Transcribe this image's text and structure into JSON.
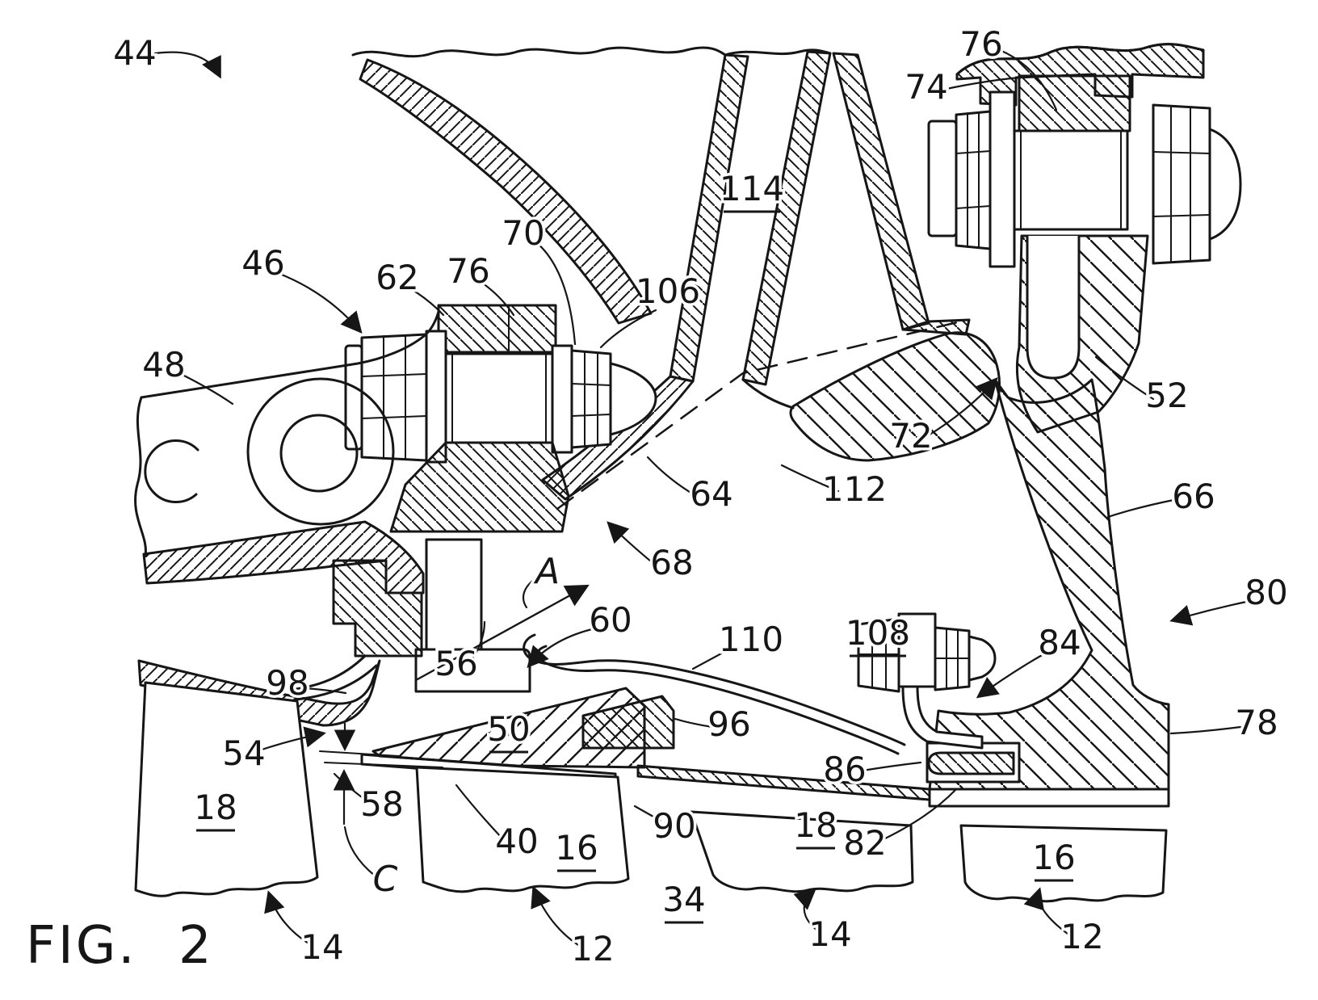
{
  "figure": {
    "caption": "FIG. 2",
    "background_color": "#ffffff",
    "ink_color": "#161616",
    "labels": [
      {
        "text": "44",
        "underlined": false
      },
      {
        "text": "76",
        "underlined": false
      },
      {
        "text": "74",
        "underlined": false
      },
      {
        "text": "114",
        "underlined": true
      },
      {
        "text": "70",
        "underlined": false
      },
      {
        "text": "46",
        "underlined": false
      },
      {
        "text": "62",
        "underlined": false
      },
      {
        "text": "76",
        "underlined": false
      },
      {
        "text": "106",
        "underlined": false
      },
      {
        "text": "48",
        "underlined": false
      },
      {
        "text": "52",
        "underlined": false
      },
      {
        "text": "72",
        "underlined": false
      },
      {
        "text": "112",
        "underlined": false
      },
      {
        "text": "64",
        "underlined": false
      },
      {
        "text": "66",
        "underlined": false
      },
      {
        "text": "68",
        "underlined": false
      },
      {
        "text": "108",
        "underlined": true
      },
      {
        "text": "80",
        "underlined": false
      },
      {
        "text": "A",
        "underlined": false
      },
      {
        "text": "60",
        "underlined": false
      },
      {
        "text": "110",
        "underlined": false
      },
      {
        "text": "56",
        "underlined": false
      },
      {
        "text": "84",
        "underlined": false
      },
      {
        "text": "98",
        "underlined": false
      },
      {
        "text": "50",
        "underlined": true
      },
      {
        "text": "96",
        "underlined": false
      },
      {
        "text": "54",
        "underlined": false
      },
      {
        "text": "86",
        "underlined": false
      },
      {
        "text": "78",
        "underlined": false
      },
      {
        "text": "18",
        "underlined": true
      },
      {
        "text": "58",
        "underlined": false
      },
      {
        "text": "40",
        "underlined": false
      },
      {
        "text": "16",
        "underlined": true
      },
      {
        "text": "90",
        "underlined": false
      },
      {
        "text": "18",
        "underlined": true
      },
      {
        "text": "82",
        "underlined": false
      },
      {
        "text": "16",
        "underlined": true
      },
      {
        "text": "C",
        "underlined": false
      },
      {
        "text": "34",
        "underlined": true
      },
      {
        "text": "14",
        "underlined": false
      },
      {
        "text": "12",
        "underlined": false
      },
      {
        "text": "14",
        "underlined": false
      },
      {
        "text": "12",
        "underlined": false
      }
    ]
  }
}
